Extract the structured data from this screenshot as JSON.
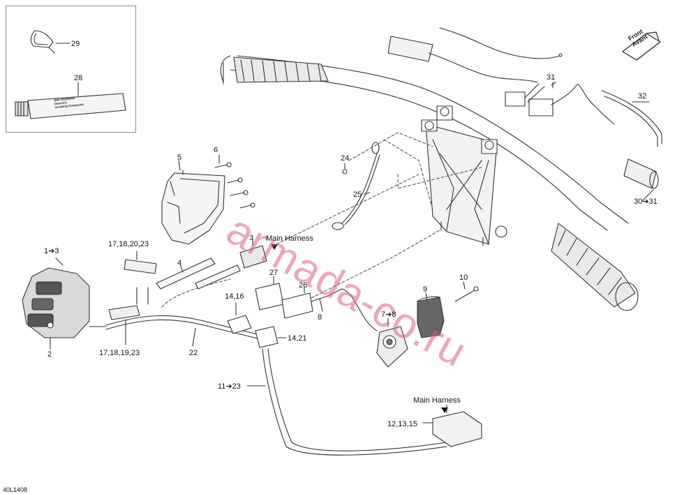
{
  "diagram": {
    "drawing_code": "40L1408",
    "watermark": "armada-co.ru",
    "direction_badge": {
      "line1": "Front",
      "line2": "Avant"
    },
    "tube_label": {
      "line1": "BRP 293550008",
      "line2": "Dielectric",
      "line3": "Insulating Compound"
    },
    "callouts": {
      "c1_3": "1➔3",
      "c2": "2",
      "c3": "3",
      "c4": "4",
      "c5": "5",
      "c6": "6",
      "c7_8": "7➔8",
      "c8": "8",
      "c9": "9",
      "c10": "10",
      "c11_23": "11➔23",
      "c12_13_15": "12,13,15",
      "c14_16": "14,16",
      "c14_21": "14,21",
      "c17_18_19_23": "17,18,19,23",
      "c17_18_20_23": "17,18,20,23",
      "c22": "22",
      "c24": "24",
      "c25": "25",
      "c26": "26",
      "c27": "27",
      "c28": "28",
      "c29": "29",
      "c30_31": "30➔31",
      "c31": "31",
      "c32": "32"
    },
    "main_harness_1": "Main Harness",
    "main_harness_2": "Main Harness"
  }
}
